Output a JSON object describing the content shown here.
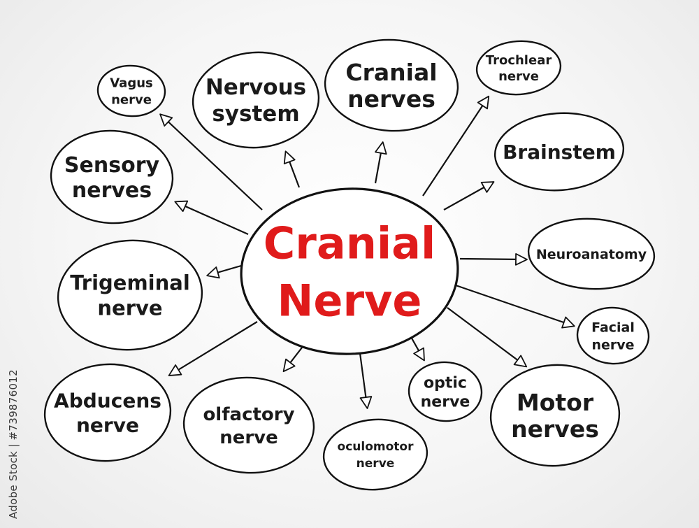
{
  "center": {
    "lines": [
      "Cranial",
      "Nerve"
    ],
    "color": "#e01b1b"
  },
  "nodes": [
    {
      "id": "vagus-nerve",
      "lines": [
        "Vagus",
        "nerve"
      ]
    },
    {
      "id": "nervous-system",
      "lines": [
        "Nervous",
        "system"
      ]
    },
    {
      "id": "cranial-nerves",
      "lines": [
        "Cranial",
        "nerves"
      ]
    },
    {
      "id": "trochlear-nerve",
      "lines": [
        "Trochlear",
        "nerve"
      ]
    },
    {
      "id": "sensory-nerves",
      "lines": [
        "Sensory",
        "nerves"
      ]
    },
    {
      "id": "brainstem",
      "lines": [
        "Brainstem"
      ]
    },
    {
      "id": "neuroanatomy",
      "lines": [
        "Neuroanatomy"
      ]
    },
    {
      "id": "trigeminal-nerve",
      "lines": [
        "Trigeminal",
        "nerve"
      ]
    },
    {
      "id": "facial-nerve",
      "lines": [
        "Facial",
        "nerve"
      ]
    },
    {
      "id": "abducens-nerve",
      "lines": [
        "Abducens",
        "nerve"
      ]
    },
    {
      "id": "olfactory-nerve",
      "lines": [
        "olfactory",
        "nerve"
      ]
    },
    {
      "id": "oculomotor-nerve",
      "lines": [
        "oculomotor",
        "nerve"
      ]
    },
    {
      "id": "optic-nerve",
      "lines": [
        "optic",
        "nerve"
      ]
    },
    {
      "id": "motor-nerves",
      "lines": [
        "Motor",
        "nerves"
      ]
    }
  ],
  "watermark": "Adobe Stock | #739876012"
}
